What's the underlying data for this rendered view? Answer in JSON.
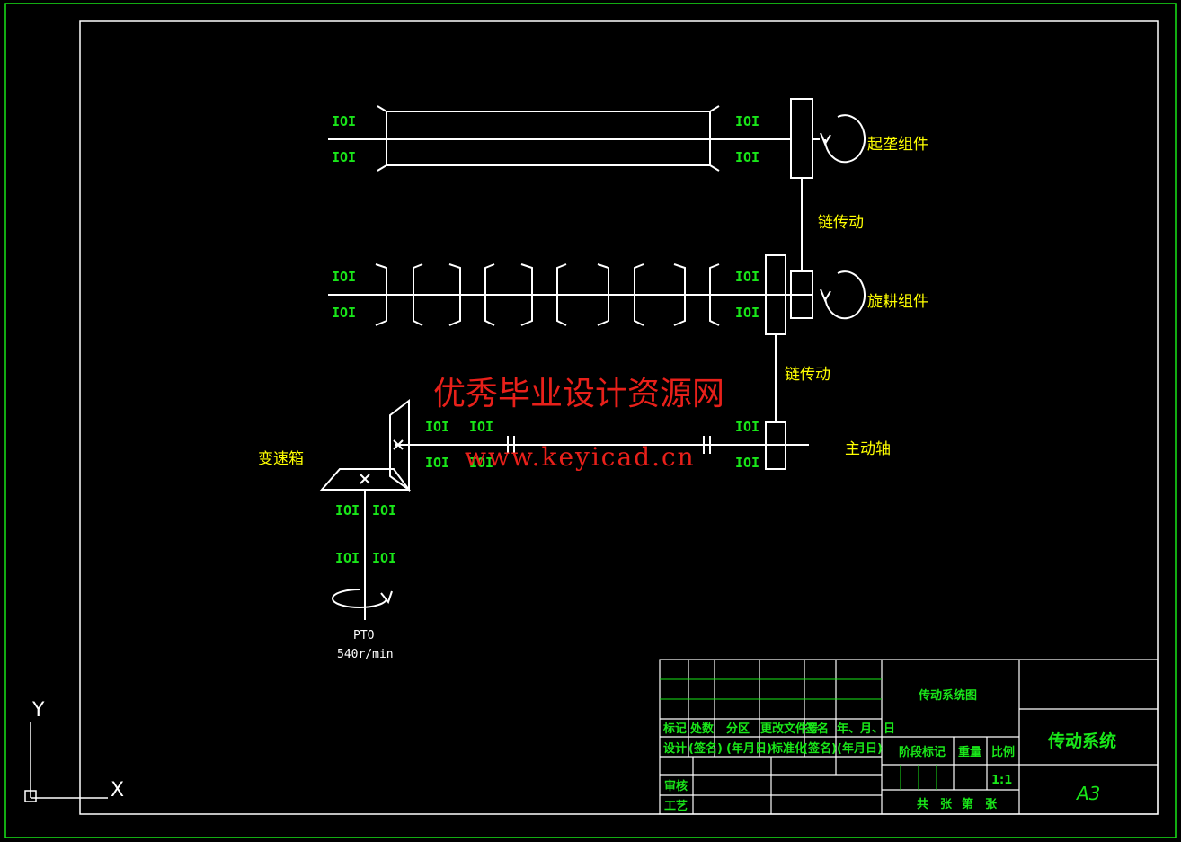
{
  "labels": {
    "lift_assembly": "起垄组件",
    "chain_drive_upper": "链传动",
    "rotary_assembly": "旋耕组件",
    "chain_drive_lower": "链传动",
    "main_shaft": "主动轴",
    "gearbox": "变速箱",
    "pto": "PTO",
    "pto_speed": "540r/min"
  },
  "watermark": {
    "cn": "优秀毕业设计资源网",
    "url": "www.keyicad.cn"
  },
  "bearing_symbol": "IOI",
  "title_block": {
    "drawing_name": "传动系统图",
    "part_name": "传动系统",
    "sheet_size": "A3",
    "scale": "1:1",
    "row_labels": [
      "标记",
      "处数",
      "分区",
      "更改文件号",
      "签名",
      "年、月、日"
    ],
    "sign_row": [
      "设计",
      "(签名)",
      "(年月日)",
      "标准化",
      "(签名)",
      "(年月日)"
    ],
    "stage_mark": "阶段标记",
    "weight": "重量",
    "ratio": "比例",
    "review": "审核",
    "process": "工艺",
    "sheets": [
      "共",
      "张",
      "第",
      "张"
    ]
  },
  "ucs": {
    "y": "Y",
    "x": "X"
  },
  "colors": {
    "frame": "#19e619",
    "lines": "#ffffff",
    "labels": "#ffff00",
    "watermark": "#e8201a"
  }
}
